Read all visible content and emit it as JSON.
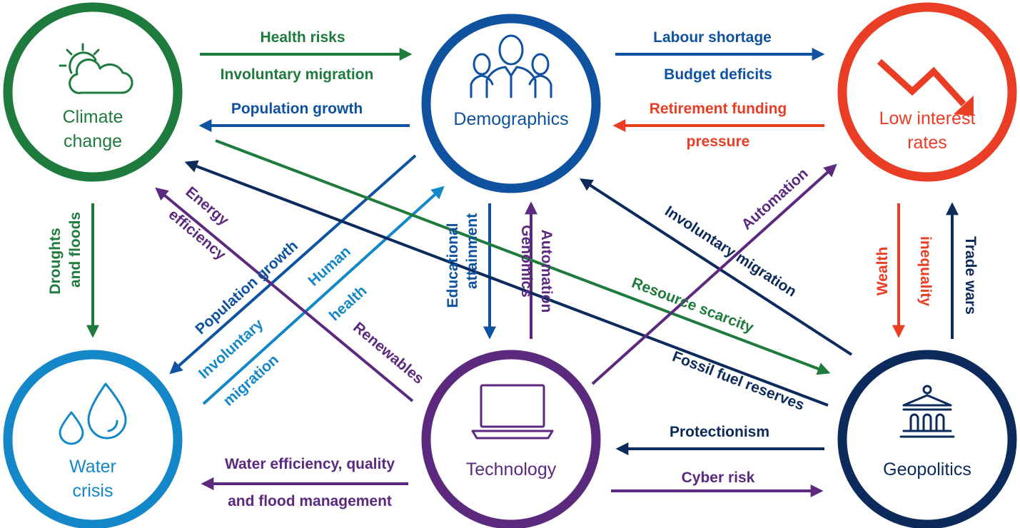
{
  "colors": {
    "green": "#1f7a3d",
    "blue": "#0f52a0",
    "red": "#ea3d25",
    "lightblue": "#1487c9",
    "purple": "#5b2a7e",
    "navy": "#0d2a5c"
  },
  "nodes": {
    "climate": {
      "line1": "Climate",
      "line2": "change",
      "color": "#1f7a3d",
      "icon": "sun-cloud-icon"
    },
    "demographics": {
      "line1": "Demographics",
      "line2": "",
      "color": "#0f52a0",
      "icon": "people-icon"
    },
    "rates": {
      "line1": "Low interest",
      "line2": "rates",
      "color": "#ea3d25",
      "icon": "falling-arrow-icon"
    },
    "water": {
      "line1": "Water",
      "line2": "crisis",
      "color": "#1487c9",
      "icon": "water-drops-icon"
    },
    "technology": {
      "line1": "Technology",
      "line2": "",
      "color": "#5b2a7e",
      "icon": "laptop-icon"
    },
    "geopolitics": {
      "line1": "Geopolitics",
      "line2": "",
      "color": "#0d2a5c",
      "icon": "institution-icon"
    }
  },
  "links": {
    "health_risks": "Health risks",
    "involuntary_migration_top": "Involuntary migration",
    "population_growth_top": "Population growth",
    "labour_shortage": "Labour shortage",
    "budget_deficits": "Budget deficits",
    "retirement_funding": "Retirement funding",
    "pressure": "pressure",
    "droughts": "Droughts",
    "and_floods": "and floods",
    "energy": "Energy",
    "efficiency": "efficiency",
    "population_growth_diag": "Population growth",
    "human": "Human",
    "health": "health",
    "involuntary": "Involuntary",
    "migration": "migration",
    "renewables": "Renewables",
    "educational": "Educational",
    "attainment": "attainment",
    "automation_vertical": "Automation",
    "genomics": "Genomics",
    "automation_diag": "Automation",
    "involuntary_migration_diag": "Involuntary migration",
    "resource_scarcity": "Resource scarcity",
    "fossil_fuel_reserves": "Fossil fuel reserves",
    "wealth": "Wealth",
    "inequality": "inequality",
    "trade_wars": "Trade wars",
    "protectionism": "Protectionism",
    "cyber_risk": "Cyber risk",
    "water_efficiency": "Water efficiency, quality",
    "flood_management": "and flood management"
  }
}
